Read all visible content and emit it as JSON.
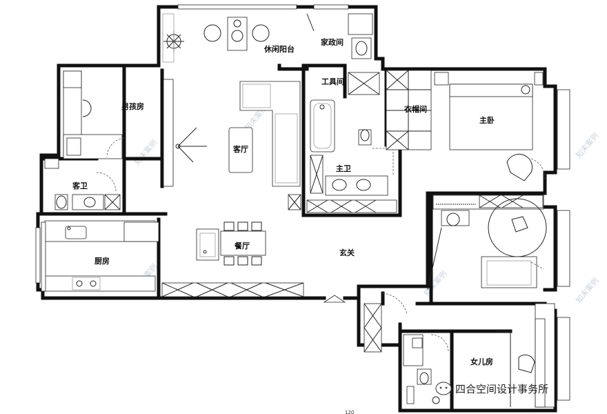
{
  "rooms": {
    "leisure_balcony": "休闲阳台",
    "housekeeping": "家政间",
    "tool_room": "工具间",
    "boys_room": "男孩房",
    "living_room": "客厅",
    "walk_in_closet": "衣帽间",
    "master_bedroom": "主卧",
    "master_bath": "主卫",
    "guest_bath": "客卫",
    "kitchen": "厨房",
    "dining_room": "餐厅",
    "entrance": "玄关",
    "girls_room": "女儿房"
  },
  "credit": "四合空间设计事务所",
  "watermark": "知末案例",
  "dimension_text": "120",
  "colors": {
    "wall": "#111111",
    "line": "#222222",
    "watermark": "#c9d3dc"
  }
}
